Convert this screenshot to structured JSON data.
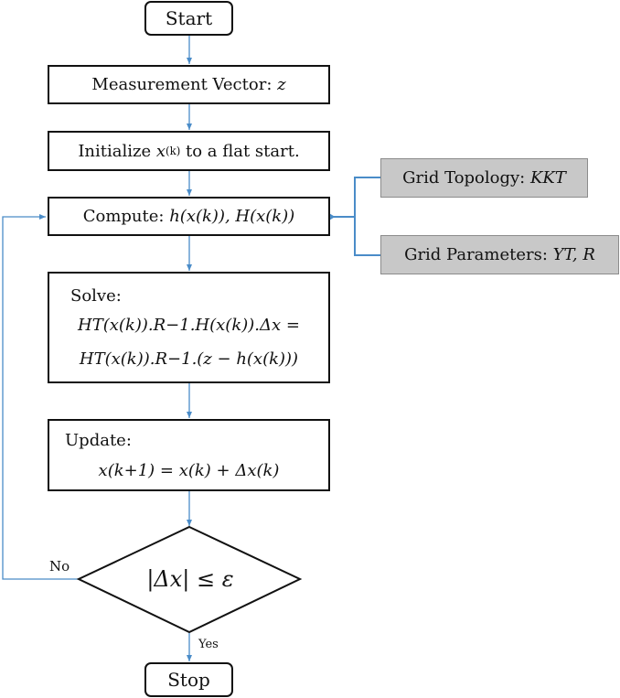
{
  "nodes": {
    "start": "Start",
    "measurement": "Measurement Vector:",
    "measurement_var": "z",
    "initialize_pre": "Initialize",
    "initialize_var": "x",
    "initialize_sup": "(k)",
    "initialize_post": "to a flat start.",
    "compute_label": "Compute:",
    "compute_expr": "h(x(k)), H(x(k))",
    "solve_label": "Solve:",
    "solve_line1": "HT(x(k)).R−1.H(x(k)).Δx =",
    "solve_line2": "HT(x(k)).R−1.(z − h(x(k)))",
    "update_label": "Update:",
    "update_expr": "x(k+1) = x(k) + Δx(k)",
    "decision": "|Δx| ≤ ε",
    "stop": "Stop",
    "grid_topology": "Grid Topology:",
    "grid_topology_var": "KKT",
    "grid_parameters": "Grid Parameters:",
    "grid_parameters_var": "YT, R"
  },
  "edges": {
    "no_label": "No",
    "yes_label": "Yes"
  },
  "colors": {
    "arrow": "#4a8cc8",
    "box_border": "#111111",
    "side_box_fill": "#c8c8c8"
  }
}
